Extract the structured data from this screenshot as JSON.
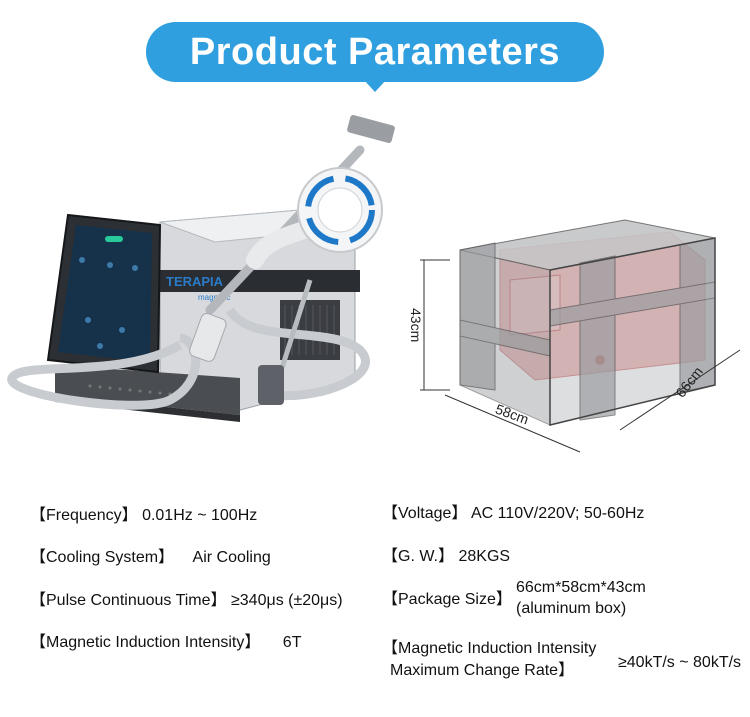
{
  "header": {
    "title": "Product Parameters"
  },
  "device": {
    "brand": "TERAPIA",
    "sub": "magnetic"
  },
  "dimensions": {
    "height": "43cm",
    "width": "58cm",
    "depth": "66cm"
  },
  "specs_left": [
    {
      "label": "【Frequency】",
      "value": "0.01Hz ~ 100Hz"
    },
    {
      "label": "【Cooling System】",
      "value": "Air Cooling"
    },
    {
      "label": "【Pulse Continuous Time】",
      "value": "≥340μs (±20μs)"
    },
    {
      "label": "【Magnetic Induction Intensity】",
      "value": "6T"
    }
  ],
  "specs_right": [
    {
      "label": "【Voltage】",
      "value": "AC 110V/220V; 50-60Hz"
    },
    {
      "label": "【G. W.】",
      "value": "28KGS"
    },
    {
      "label": "【Package Size】",
      "value_line1": "66cm*58cm*43cm",
      "value_line2": "(aluminum box)"
    },
    {
      "label_line1": "【Magnetic Induction Intensity",
      "label_line2": "Maximum Change Rate】",
      "value": "≥40kT/s ~ 80kT/s"
    }
  ]
}
